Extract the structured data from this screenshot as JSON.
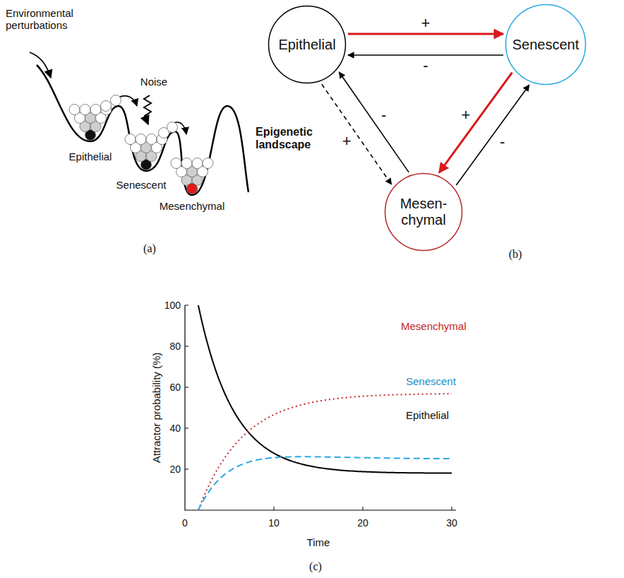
{
  "diagram": {
    "nodes": [
      {
        "text": [
          "Epithelial"
        ]
      },
      {
        "text": [
          "Senescent"
        ]
      },
      {
        "text": [
          "Mesen- chymal"
        ]
      }
    ],
    "edges": [
      {
        "from": 0,
        "to": 1,
        "arrow": "to",
        "label": "+"
      },
      {
        "from": 1,
        "to": 0,
        "arrow": "to",
        "label": "-"
      },
      {
        "from": 0,
        "to": 2,
        "arrow": "to",
        "label": "+"
      },
      {
        "from": 2,
        "to": 0,
        "arrow": "to",
        "label": "-"
      },
      {
        "from": 1,
        "to": 2,
        "arrow": "to",
        "label": "+"
      },
      {
        "from": 2,
        "to": 1,
        "arrow": "to",
        "label": "-"
      }
    ],
    "labels": [
      "Environmental perturbations",
      "Noise",
      "Epithelial",
      "Senescent",
      "Mesenchymal",
      "Epigenetic landscape",
      "(a)",
      "(b)",
      "Mesenchymal",
      "Senescent",
      "Epithelial",
      "Attractor probability (%)",
      "Time",
      "100",
      "80",
      "60",
      "40",
      "20",
      "0",
      "10",
      "20",
      "30",
      "(c)"
    ]
  }
}
